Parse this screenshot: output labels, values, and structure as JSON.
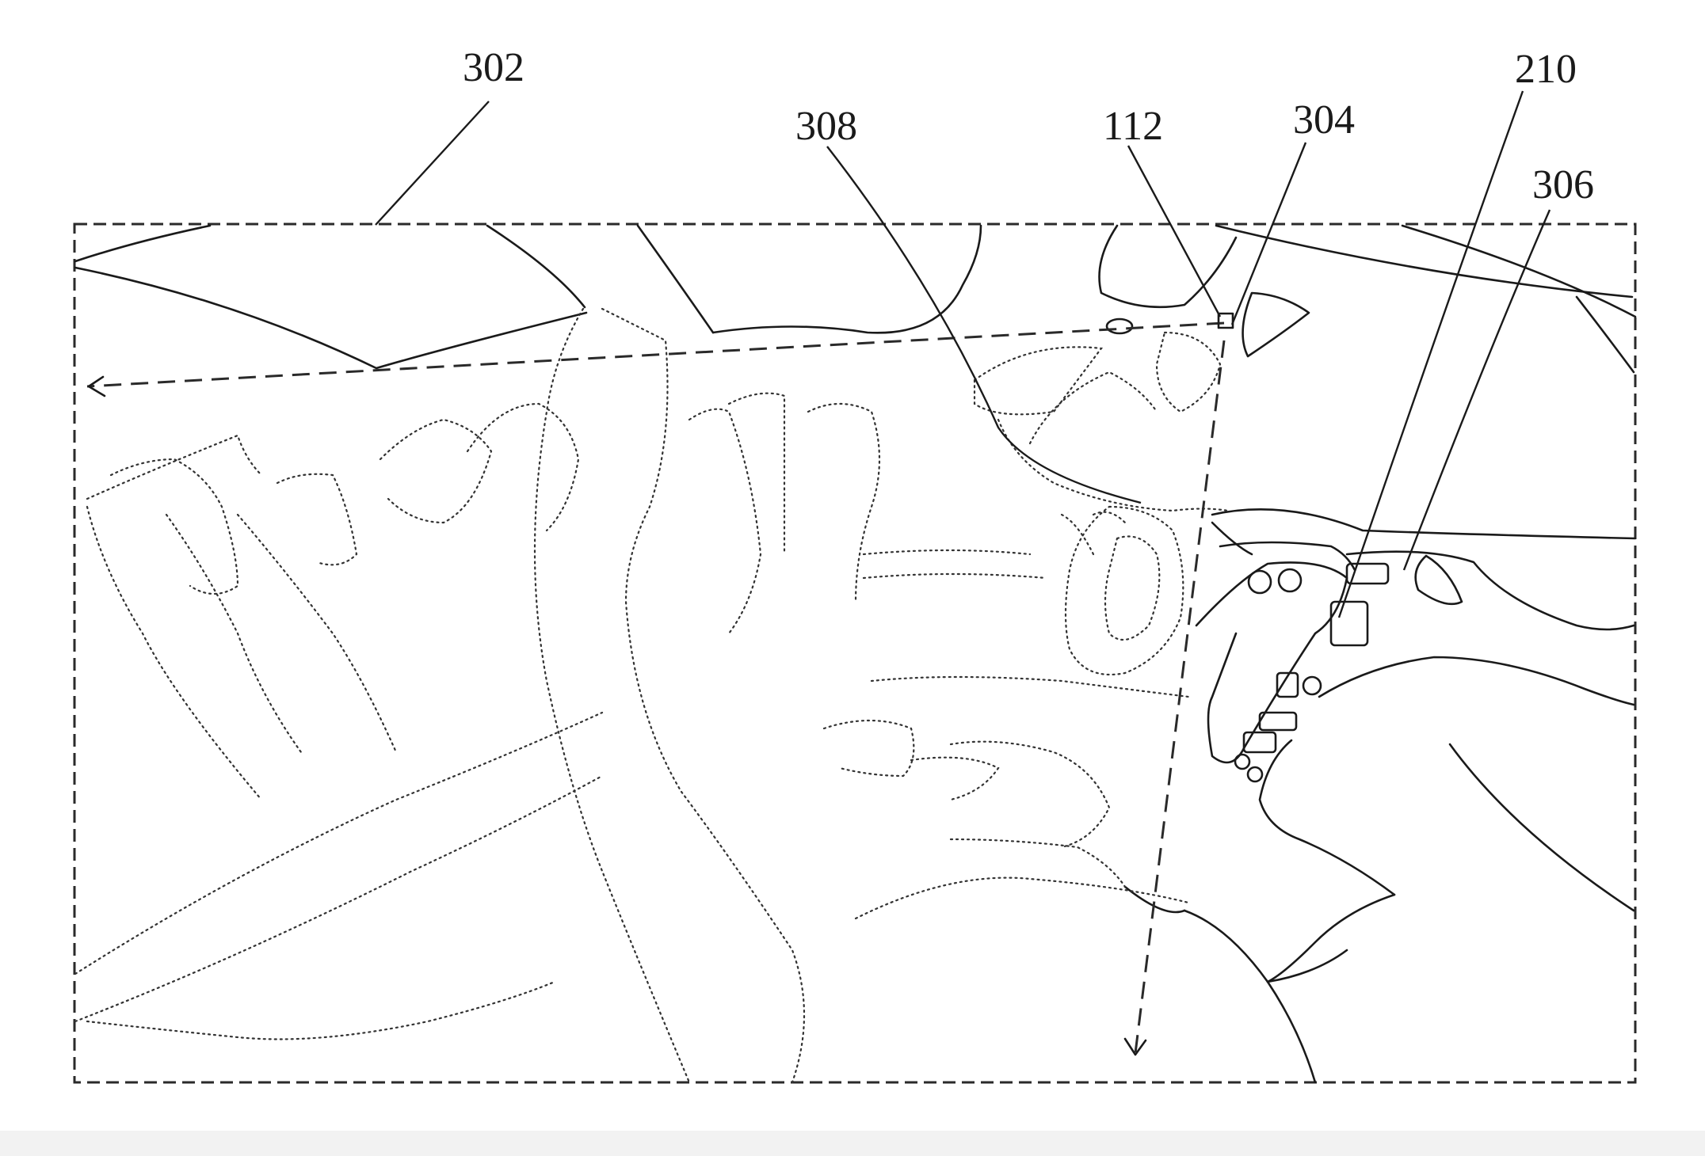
{
  "figure": {
    "labels": {
      "field_of_view": "302",
      "camera_unit": "304",
      "display": "306",
      "occupant_region": "308",
      "sensor": "112",
      "console": "210"
    }
  }
}
